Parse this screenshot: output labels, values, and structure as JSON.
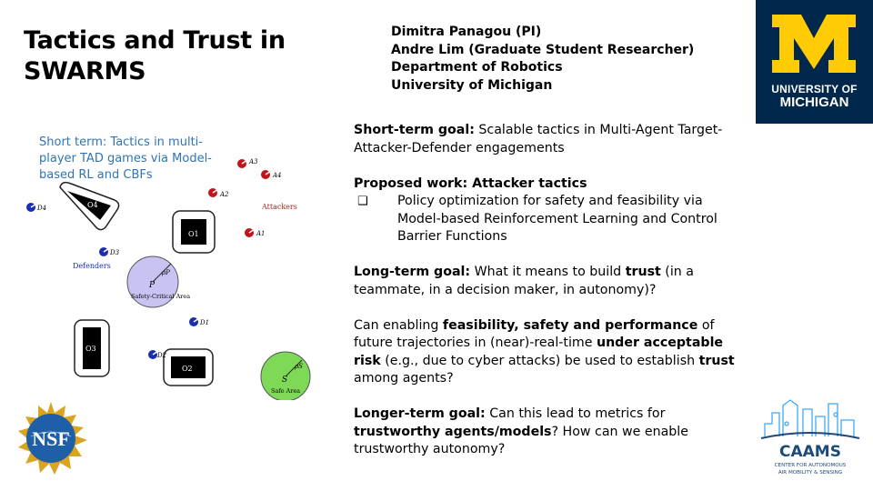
{
  "title": "Tactics and Trust in SWARMS",
  "authors": [
    "Dimitra Panagou (PI)",
    "Andre Lim (Graduate Student Researcher)",
    "Department of Robotics",
    "University of Michigan"
  ],
  "um_logo": {
    "line1": "UNIVERSITY OF",
    "line2": "MICHIGAN",
    "bg_color": "#00274C",
    "accent_color": "#FFCB05"
  },
  "diagram": {
    "caption": "Short term: Tactics in multi-player TAD games via Model-based RL and CBFs",
    "attackers_label": "Attackers",
    "defenders_label": "Defenders",
    "critical_area": "Safety-Critical Area",
    "safe_area": "Safe Area",
    "obstacle_labels": [
      "O1",
      "O2",
      "O3",
      "O4"
    ],
    "attacker_labels": [
      "A1",
      "A2",
      "A3",
      "A4"
    ],
    "defender_labels": [
      "D1",
      "D2",
      "D3",
      "D4"
    ],
    "critical_symbol": "P",
    "critical_radius": "ρP",
    "safe_symbol": "S",
    "safe_radius": "ρS",
    "attacker_color": "#C0141C",
    "defender_color": "#1A2FB0",
    "critical_fill": "#C9C3F2",
    "safe_fill": "#7ED957"
  },
  "content": {
    "short_term_label": "Short-term goal:",
    "short_term_text": " Scalable tactics in Multi-Agent Target-Attacker-Defender  engagements",
    "proposed_label": "Proposed work: Attacker tactics",
    "proposed_bullet_glyph": "❑",
    "proposed_bullet": "Policy optimization for safety and feasibility via Model-based  Reinforcement Learning and Control Barrier Functions",
    "long_term_label": "Long-term goal:",
    "long_term_text_1": " What it means to build ",
    "long_term_bold": "trust",
    "long_term_text_2": " (in a teammate, in a decision maker, in autonomy)?",
    "q_1": "Can enabling  ",
    "q_bold_1": "feasibility, safety and performance",
    "q_2": " of future trajectories in (near)-real-time ",
    "q_bold_2": "under acceptable risk",
    "q_3": " (e.g.,  due to cyber attacks) be used to establish ",
    "q_bold_3": "trust",
    "q_4": " among agents?",
    "longer_label": "Longer-term goal:",
    "longer_text_1": " Can this lead to metrics for ",
    "longer_bold": "trustworthy agents/models",
    "longer_text_2": "? How can we enable trustworthy autonomy?"
  },
  "nsf_logo": {
    "text": "NSF"
  },
  "caams_logo": {
    "name": "CAAMS",
    "line1": "CENTER FOR AUTONOMOUS",
    "line2": "AIR MOBILITY & SENSING",
    "color": "#1E4A7A",
    "accent": "#3FA9F5"
  }
}
